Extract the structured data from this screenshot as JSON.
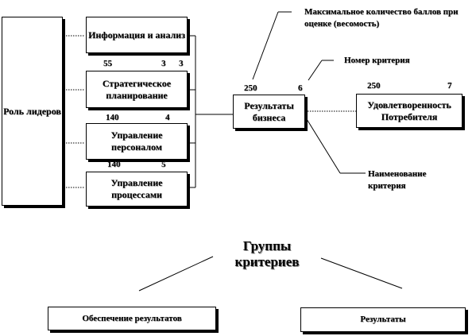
{
  "leadership": {
    "label": "Роль лидеров"
  },
  "enablers": [
    {
      "title": "Информация и анализ",
      "max_points": "55",
      "number": "3"
    },
    {
      "title": "Стратегическое планирование",
      "max_points": "",
      "number": "3"
    },
    {
      "title": "Управление персоналом",
      "max_points": "140",
      "number": "4"
    },
    {
      "title": "Управление процессами",
      "max_points": "140",
      "number": "5"
    }
  ],
  "business_results": {
    "title": "Результаты бизнеса",
    "max_points": "250",
    "number": "6"
  },
  "customer_satisfaction": {
    "title": "Удовлетворенность Потребителя",
    "max_points": "250",
    "number": "7"
  },
  "annotations": {
    "max_points": "Максимальное количество баллов при оценке (весомость)",
    "criterion_number": "Номер критерия",
    "criterion_name": "Наименование критерия"
  },
  "groups": {
    "title": "Группы критериев",
    "enablers_label": "Обеспечение результатов",
    "results_label": "Результаты"
  }
}
